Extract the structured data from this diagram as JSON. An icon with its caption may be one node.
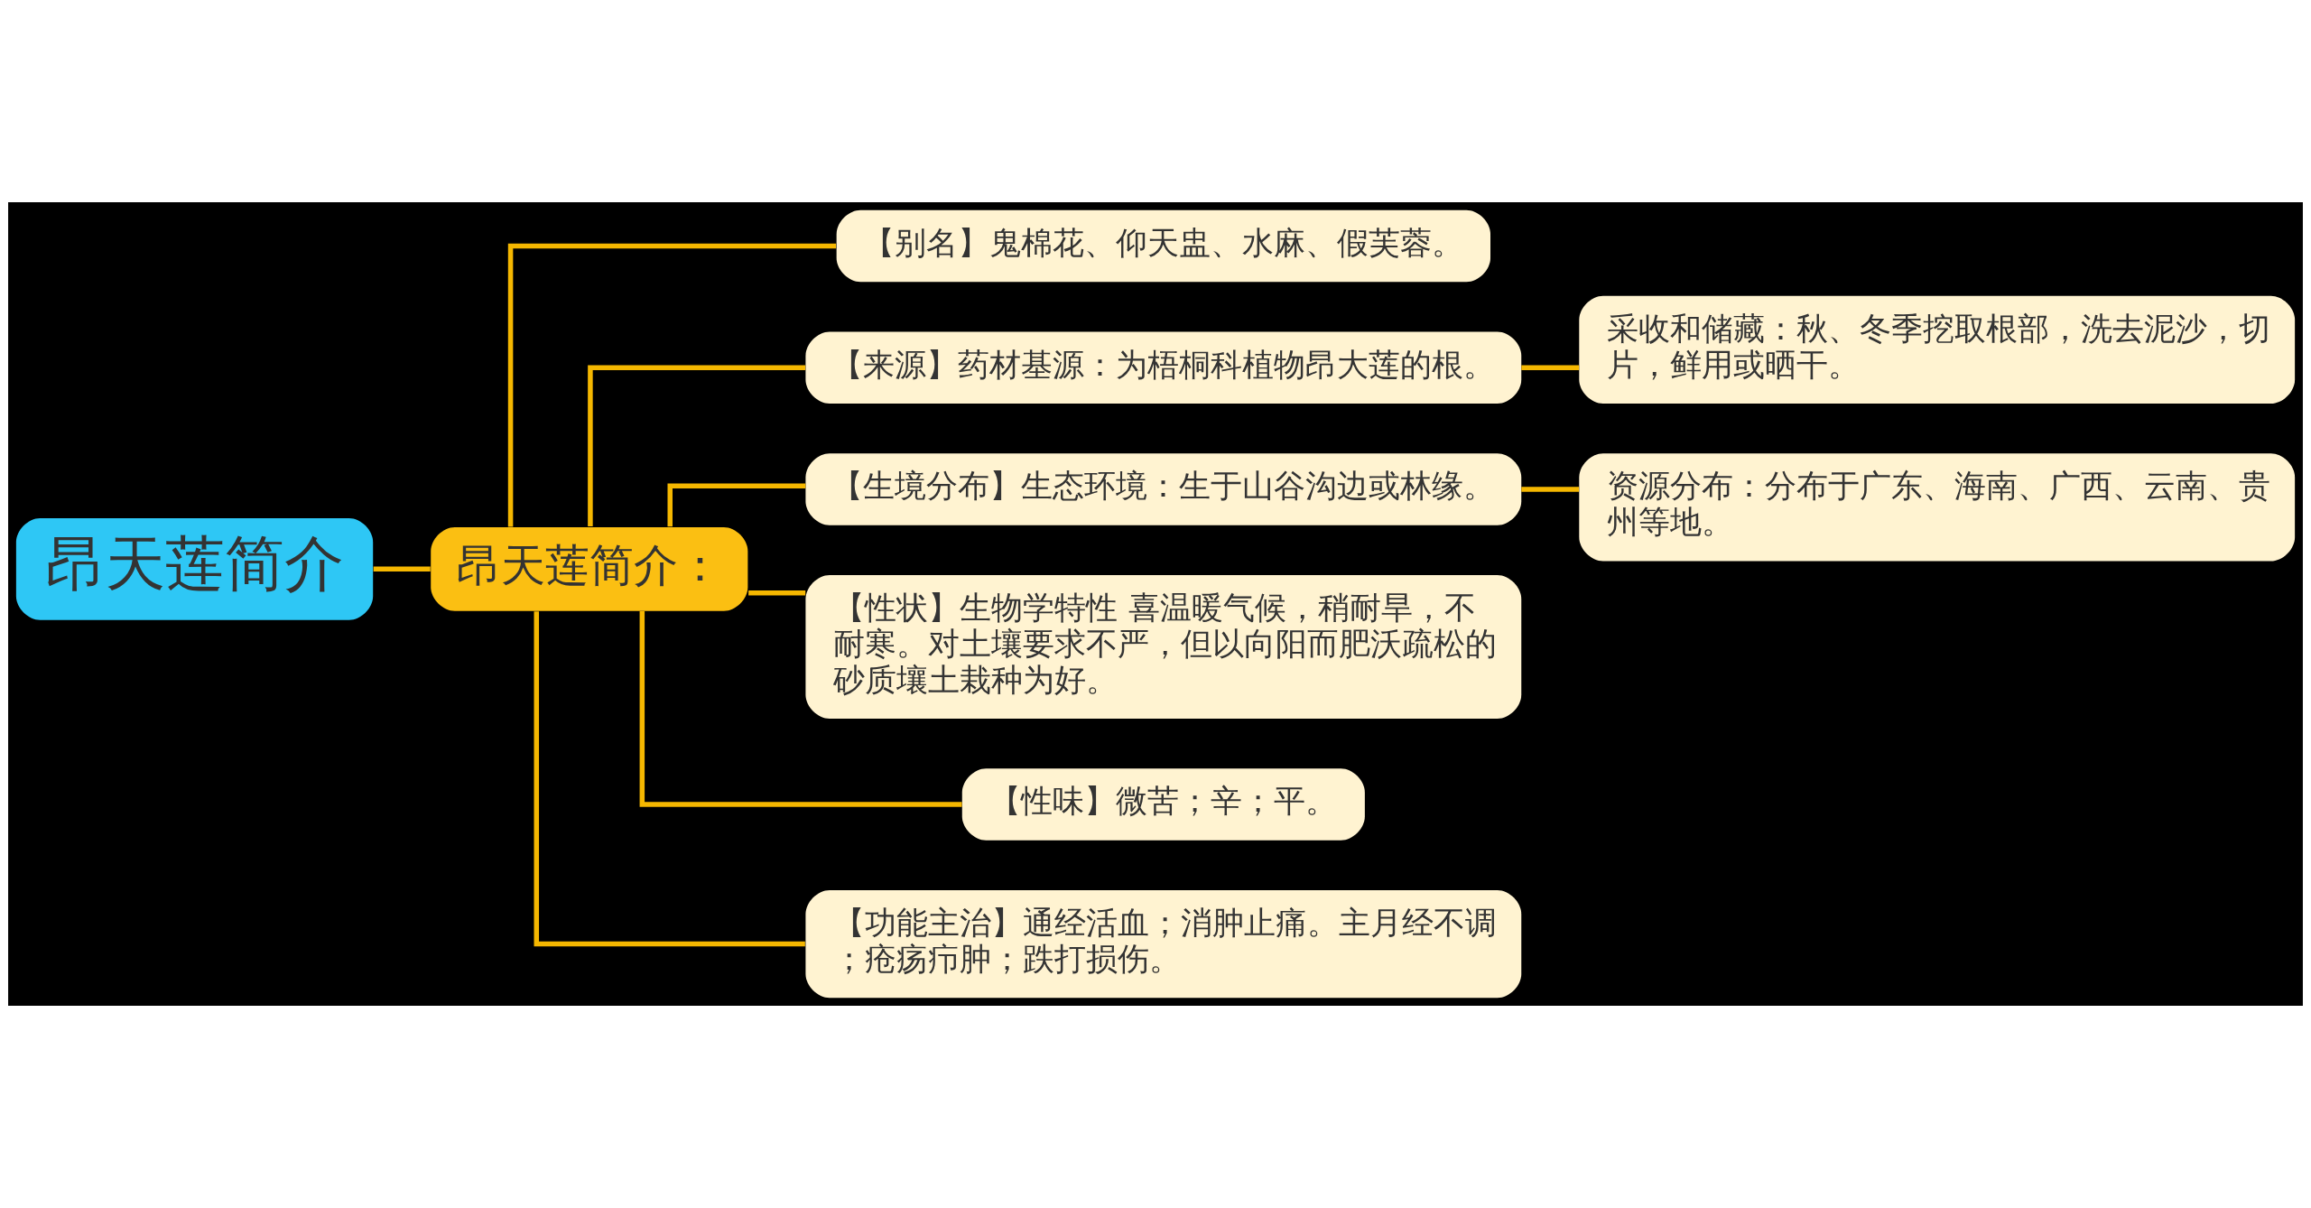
{
  "diagram": {
    "nodes": [
      {
        "text": [
          "昂天莲简介"
        ]
      },
      {
        "text": [
          "昂天莲简介："
        ]
      },
      {
        "text": [
          "【别名】鬼棉花、仰天盅、水麻、假芙蓉。"
        ]
      },
      {
        "text": [
          "【来源】药材基源：为梧桐科植物昂大莲的根。"
        ]
      },
      {
        "text": [
          "【生境分布】生态环境：生于山谷沟边或林缘。"
        ]
      },
      {
        "text": [
          "【性状】生物学特性 喜温暖气候，稍耐旱，不耐寒。对土壤要求不严，但以向阳而肥沃疏松的砂质壤土栽种为好。"
        ]
      },
      {
        "text": [
          "【性味】微苦；辛；平。"
        ]
      },
      {
        "text": [
          "【功能主治】通经活血；消肿止痛。主月经不调；疮疡疖肿；跌打损伤。"
        ]
      },
      {
        "text": [
          "采收和储藏：秋、冬季挖取根部，洗去泥沙，切片，鲜用或晒干。"
        ]
      },
      {
        "text": [
          "资源分布：分布于广东、海南、广西、云南、贵州等地。"
        ]
      }
    ],
    "edges": [
      {
        "from": 0,
        "to": 1,
        "arrow": "none"
      },
      {
        "from": 1,
        "to": 2,
        "arrow": "none"
      },
      {
        "from": 1,
        "to": 3,
        "arrow": "none"
      },
      {
        "from": 1,
        "to": 4,
        "arrow": "none"
      },
      {
        "from": 1,
        "to": 5,
        "arrow": "none"
      },
      {
        "from": 1,
        "to": 6,
        "arrow": "none"
      },
      {
        "from": 1,
        "to": 7,
        "arrow": "none"
      },
      {
        "from": 3,
        "to": 8,
        "arrow": "none"
      },
      {
        "from": 4,
        "to": 9,
        "arrow": "none"
      }
    ]
  }
}
